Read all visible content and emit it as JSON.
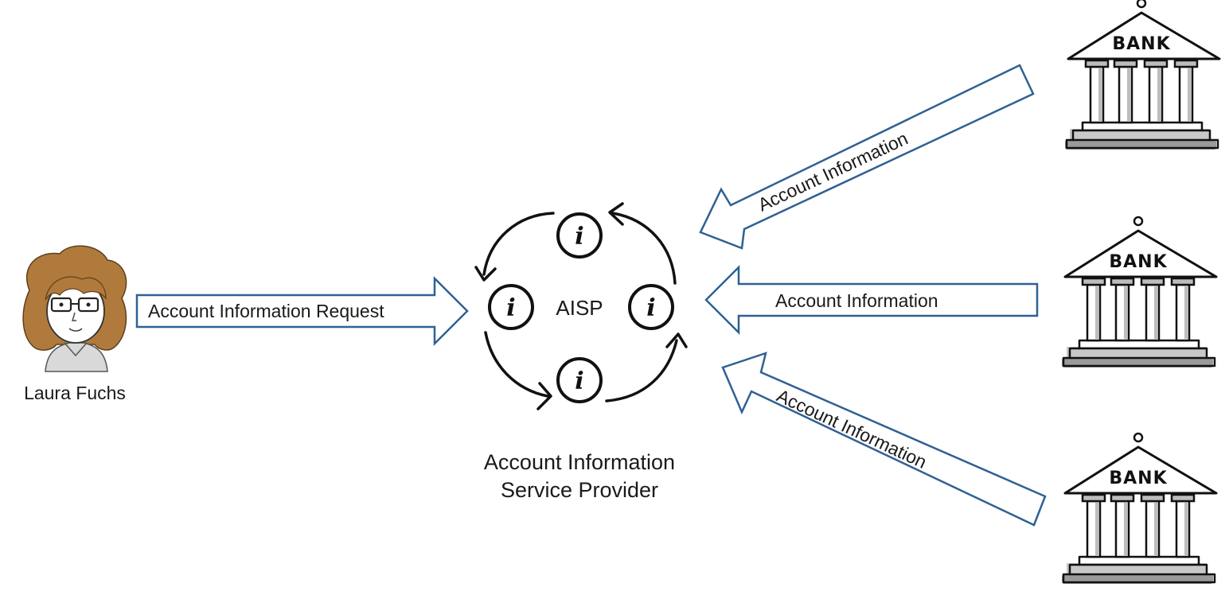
{
  "user": {
    "name": "Laura Fuchs",
    "avatar_icon": "woman-with-glasses-avatar"
  },
  "request_arrow": {
    "label": "Account Information Request",
    "direction": "right"
  },
  "aisp": {
    "center_label": "AISP",
    "title_line1": "Account Information",
    "title_line2": "Service Provider",
    "info_node_symbol": "i",
    "cycle_icon": "circular-refresh-arrows"
  },
  "bank_arrows": [
    {
      "label": "Account Information",
      "direction": "left"
    },
    {
      "label": "Account Information",
      "direction": "left"
    },
    {
      "label": "Account Information",
      "direction": "left"
    }
  ],
  "banks": [
    {
      "sign": "BANK",
      "icon": "bank-building-icon"
    },
    {
      "sign": "BANK",
      "icon": "bank-building-icon"
    },
    {
      "sign": "BANK",
      "icon": "bank-building-icon"
    }
  ],
  "colors": {
    "arrow_outline": "#2f6193",
    "hair": "#b07a3c",
    "bank_shadow": "#9a9a9a"
  }
}
